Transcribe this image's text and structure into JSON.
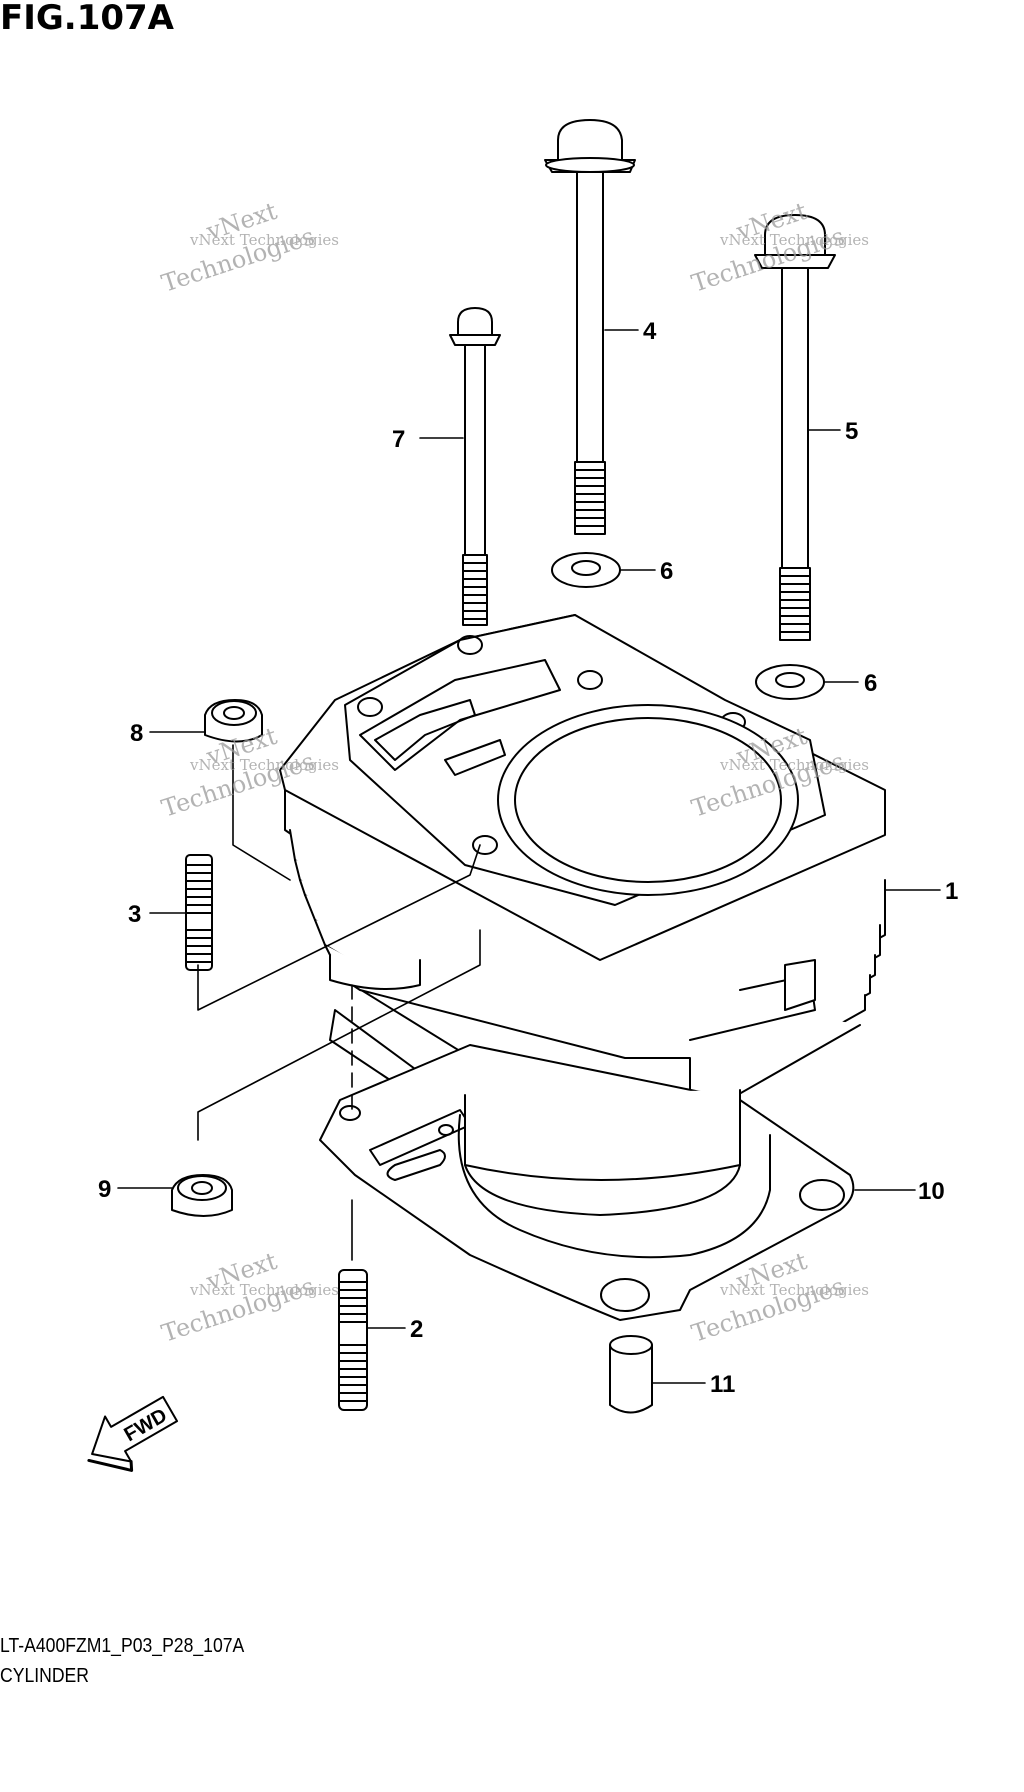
{
  "figure": {
    "title": "FIG.107A"
  },
  "callouts": {
    "c1": "1",
    "c2": "2",
    "c3": "3",
    "c4": "4",
    "c5": "5",
    "c6a": "6",
    "c6b": "6",
    "c7": "7",
    "c8": "8",
    "c9": "9",
    "c10": "10",
    "c11": "11"
  },
  "fwd_arrow": {
    "label": "FWD"
  },
  "watermark": {
    "line1": "vNext",
    "line2": "vNext Technologies",
    "line3": "Technologies"
  },
  "footer": {
    "code": "LT-A400FZM1_P03_P28_107A",
    "name": "CYLINDER"
  }
}
